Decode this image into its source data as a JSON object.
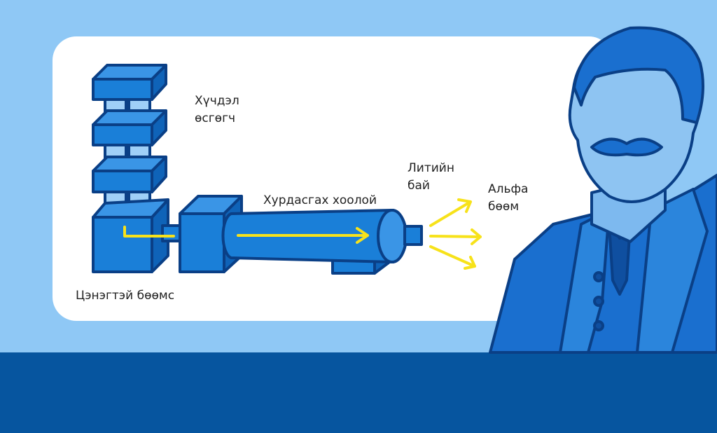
{
  "labels": {
    "power_supply": [
      "Хүчдэл",
      "өсгөгч"
    ],
    "accelerator_tube": "Хурдасгах хоолой",
    "lithium_target": [
      "Литийн",
      "бай"
    ],
    "alpha_particles": [
      "Альфа",
      "бөөм"
    ],
    "charged_particles": "Цэнэгтэй бөөмс"
  },
  "colors": {
    "background": "#8fc8f5",
    "band": "#06559f",
    "machine": "#1a7fd8",
    "outline": "#0a3f86",
    "beam": "#f7e21a"
  }
}
